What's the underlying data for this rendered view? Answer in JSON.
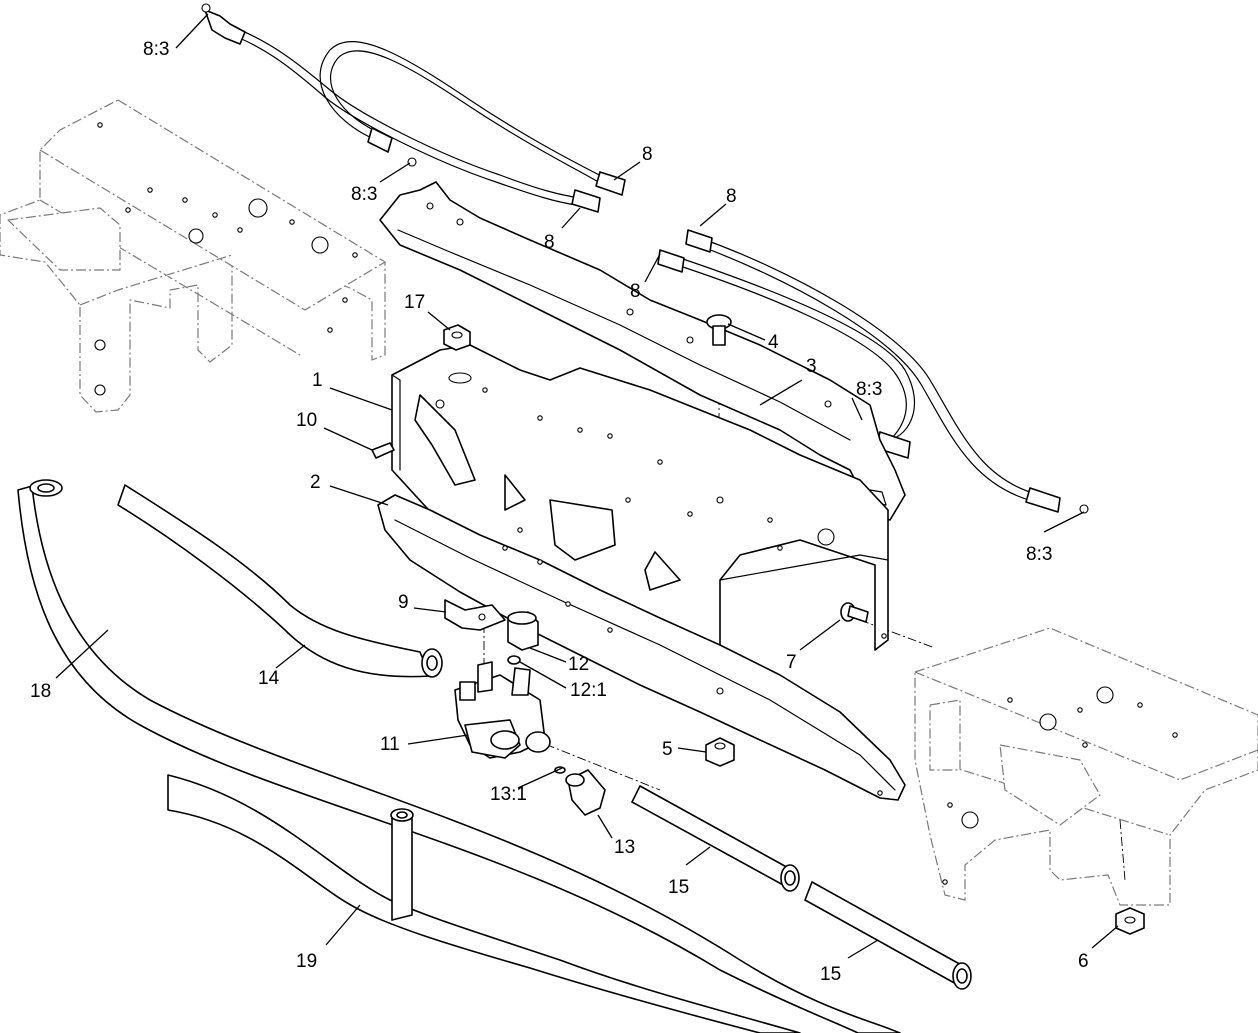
{
  "callouts": [
    {
      "id": "c-8-3-a",
      "text": "8:3"
    },
    {
      "id": "c-8-3-b",
      "text": "8:3"
    },
    {
      "id": "c-8-a",
      "text": "8"
    },
    {
      "id": "c-8-b",
      "text": "8"
    },
    {
      "id": "c-8-c",
      "text": "8"
    },
    {
      "id": "c-8-d",
      "text": "8"
    },
    {
      "id": "c-17",
      "text": "17"
    },
    {
      "id": "c-4",
      "text": "4"
    },
    {
      "id": "c-3",
      "text": "3"
    },
    {
      "id": "c-1",
      "text": "1"
    },
    {
      "id": "c-8-3-c",
      "text": "8:3"
    },
    {
      "id": "c-10",
      "text": "10"
    },
    {
      "id": "c-2",
      "text": "2"
    },
    {
      "id": "c-8-3-d",
      "text": "8:3"
    },
    {
      "id": "c-9",
      "text": "9"
    },
    {
      "id": "c-12",
      "text": "12"
    },
    {
      "id": "c-12-1",
      "text": "12:1"
    },
    {
      "id": "c-7",
      "text": "7"
    },
    {
      "id": "c-18",
      "text": "18"
    },
    {
      "id": "c-14",
      "text": "14"
    },
    {
      "id": "c-11",
      "text": "11"
    },
    {
      "id": "c-5",
      "text": "5"
    },
    {
      "id": "c-13-1",
      "text": "13:1"
    },
    {
      "id": "c-13",
      "text": "13"
    },
    {
      "id": "c-15-a",
      "text": "15"
    },
    {
      "id": "c-19",
      "text": "19"
    },
    {
      "id": "c-15-b",
      "text": "15"
    },
    {
      "id": "c-6",
      "text": "6"
    }
  ]
}
